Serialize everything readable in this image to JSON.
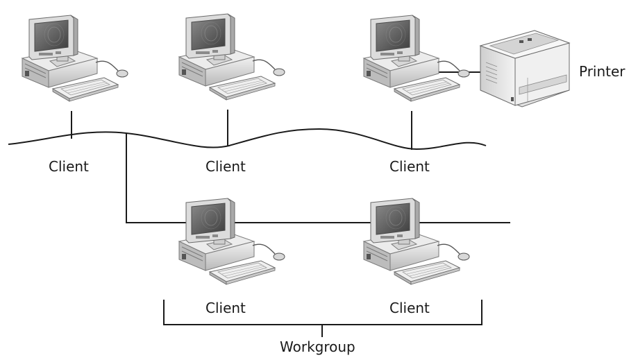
{
  "labels": {
    "client": "Client",
    "printer": "Printer",
    "workgroup": "Workgroup"
  },
  "nodes": [
    {
      "id": "client-top-left",
      "kind": "computer",
      "label": "Client"
    },
    {
      "id": "client-top-middle",
      "kind": "computer",
      "label": "Client"
    },
    {
      "id": "client-top-right",
      "kind": "computer",
      "label": "Client"
    },
    {
      "id": "printer",
      "kind": "printer",
      "label": "Printer"
    },
    {
      "id": "client-bottom-left",
      "kind": "computer",
      "label": "Client"
    },
    {
      "id": "client-bottom-right",
      "kind": "computer",
      "label": "Client"
    }
  ],
  "groups": [
    {
      "id": "workgroup",
      "label": "Workgroup",
      "members": [
        "client-bottom-left",
        "client-bottom-right"
      ]
    }
  ],
  "colors": {
    "line": "#1a1a1a",
    "device_light": "#e9e9e9",
    "device_mid": "#bdbdbd",
    "device_dark": "#6f6f6f",
    "screen": "#5e5e5e"
  }
}
